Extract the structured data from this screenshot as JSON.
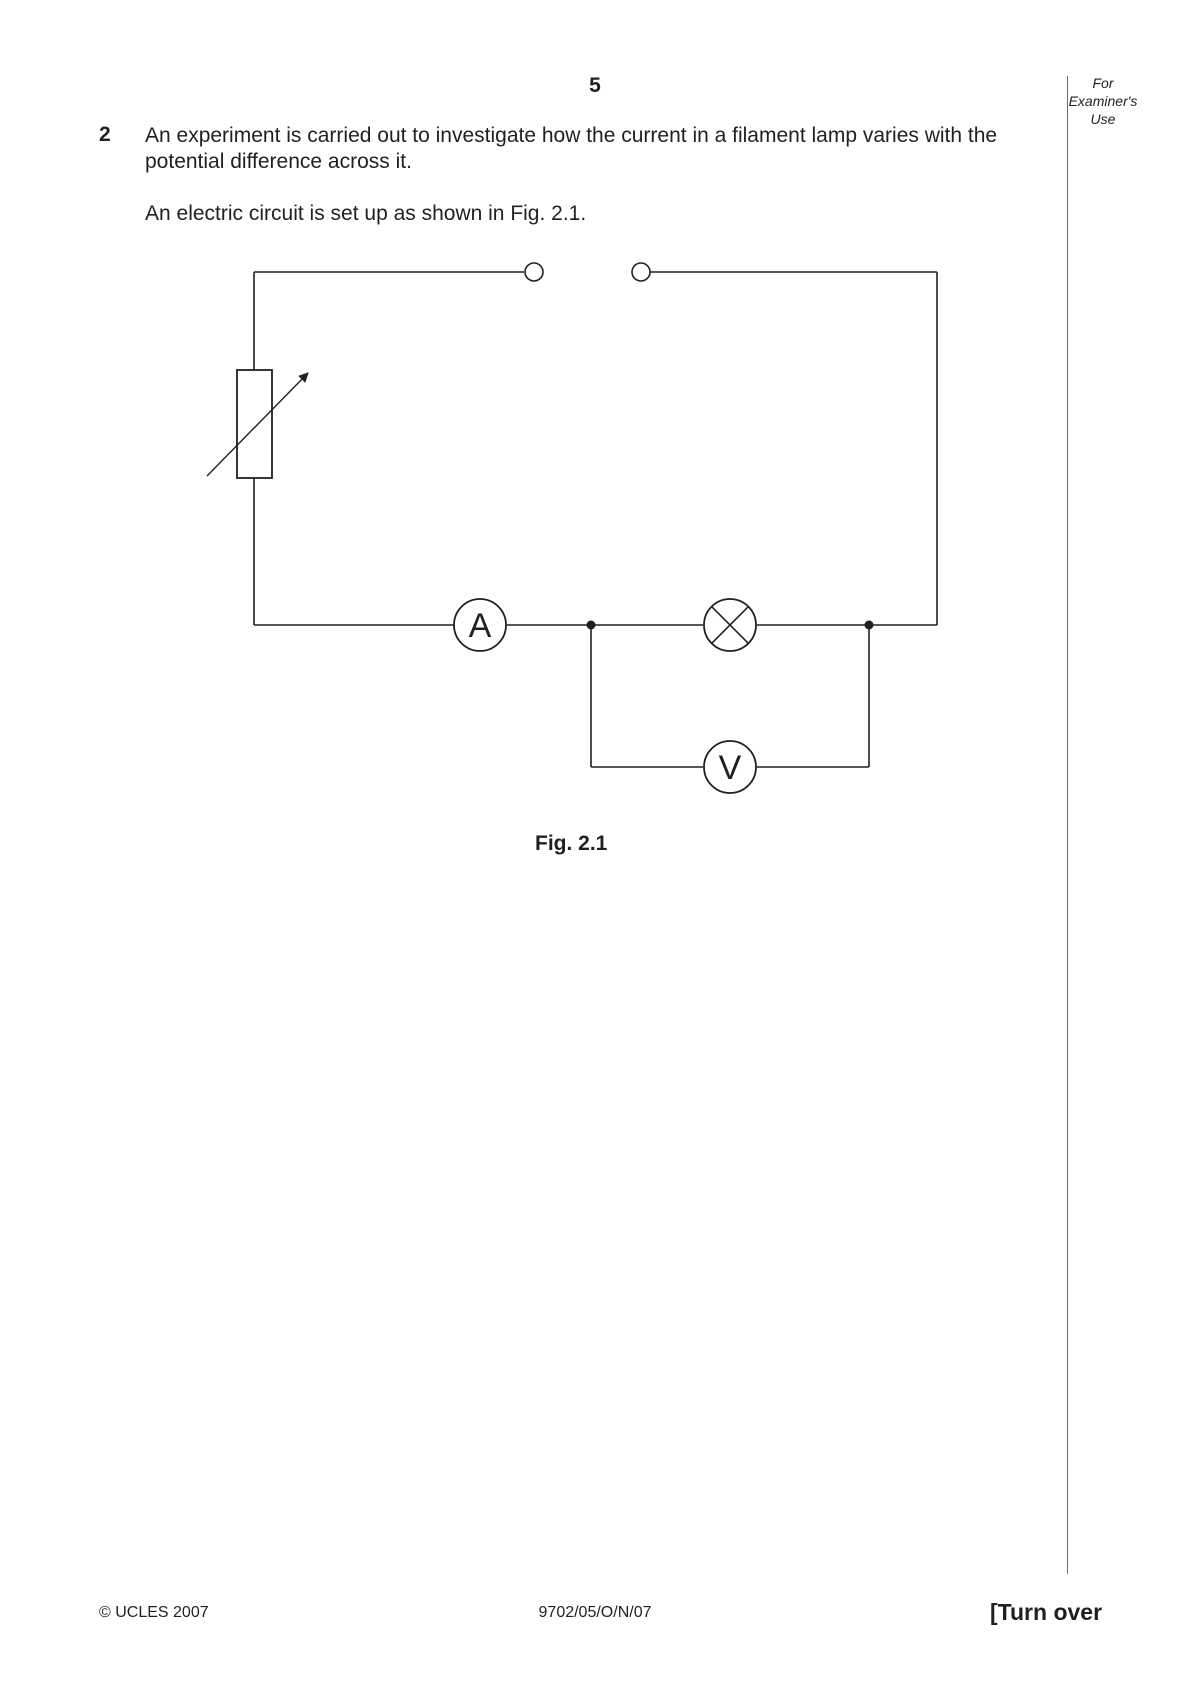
{
  "page": {
    "number": "5",
    "examiner_label": [
      "For",
      "Examiner's",
      "Use"
    ]
  },
  "question": {
    "number": "2",
    "text": "An experiment is carried out to investigate how the current in a filament lamp varies with the potential difference across it.",
    "intro": "An electric circuit is set up as shown in Fig. 2.1."
  },
  "figure": {
    "caption": "Fig. 2.1",
    "ammeter_label": "A",
    "voltmeter_label": "V"
  },
  "footer": {
    "copyright": "© UCLES 2007",
    "code": "9702/05/O/N/07",
    "turn_over": "[Turn over"
  },
  "colors": {
    "ink": "#231f20",
    "rule": "#6d6e71"
  }
}
